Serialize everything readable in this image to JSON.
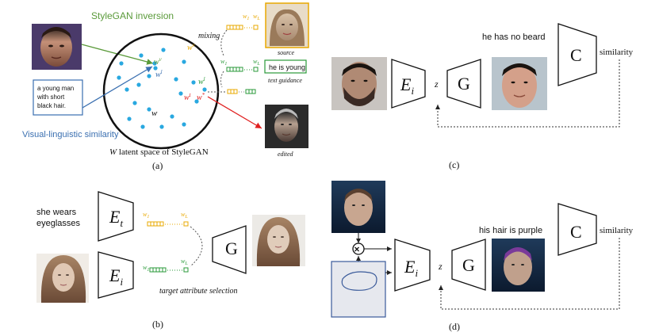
{
  "panel_a": {
    "inversion_label": "StyleGAN inversion",
    "mixing_label": "mixing",
    "source_label": "source",
    "text_guidance_label": "text guidance",
    "text_guidance_value": "he is young",
    "edited_label": "edited",
    "caption_text_lines": [
      "a young man",
      "with short",
      "black hair."
    ],
    "similarity_label": "Visual-linguistic similarity",
    "latent_space_label_w": "W",
    "latent_space_label_rest": " latent space of StyleGAN",
    "w_label": "w",
    "wv_label": "w",
    "wv_sup": "v",
    "wl_label": "w",
    "wl_sup": "l",
    "wt_label": "w",
    "wt_sup": "t",
    "wstar_label": "w",
    "wstar_sup": "*",
    "w1_label": "w",
    "w1_sub": "1",
    "wL_label": "w",
    "wL_sub": "L",
    "panel_label": "(a)"
  },
  "panel_b": {
    "text_line1": "she wears",
    "text_line2": "eyeglasses",
    "encoder_text": "E",
    "encoder_text_sub": "t",
    "encoder_image": "E",
    "encoder_image_sub": "i",
    "generator": "G",
    "w1": "w",
    "w1_sub": "1",
    "wL": "w",
    "wL_sub": "L",
    "selection_label": "target attribute selection",
    "panel_label": "(b)"
  },
  "panel_c": {
    "text": "he has no beard",
    "encoder": "E",
    "encoder_sub": "i",
    "z": "z",
    "generator": "G",
    "critic": "C",
    "similarity": "similarity",
    "panel_label": "(c)"
  },
  "panel_d": {
    "text": "his hair is purple",
    "encoder": "E",
    "encoder_sub": "i",
    "z": "z",
    "generator": "G",
    "critic": "C",
    "similarity": "similarity",
    "panel_label": "(d)"
  },
  "colors": {
    "inversion_green": "#5a9a3a",
    "similarity_blue": "#3a6fb0",
    "latent_dot": "#29a8e0",
    "style_orange": "#e8a800",
    "style_green": "#2a9a3a",
    "edit_red": "#e02020",
    "mask_bg": "#e6e8ee",
    "mask_border": "#3a5a9a"
  }
}
